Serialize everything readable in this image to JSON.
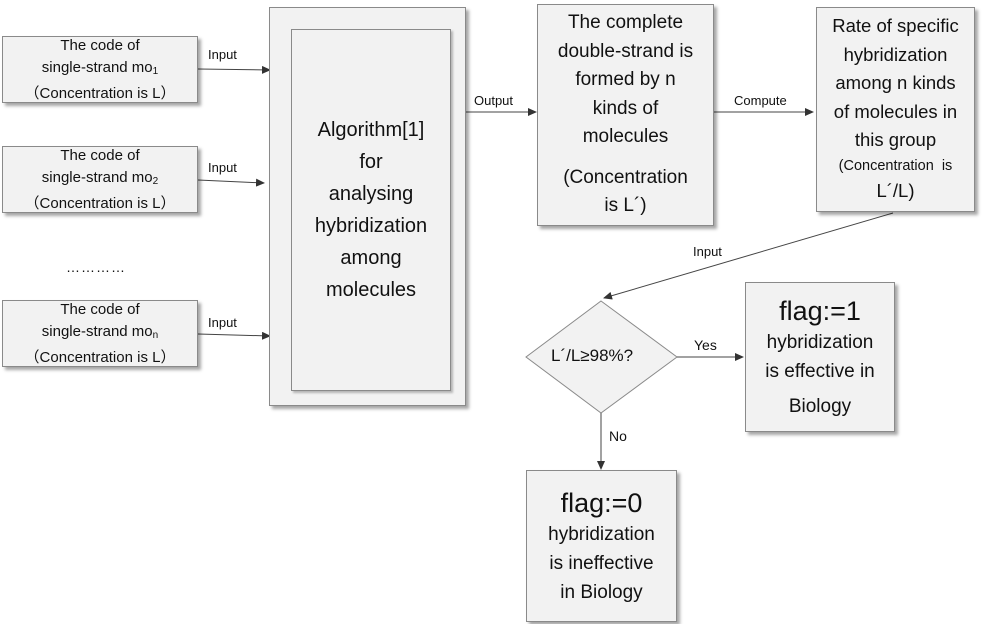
{
  "inputs": [
    {
      "line1": "The code of",
      "line2_prefix": "single-strand mo",
      "sub": "1",
      "line3": "（Concentration is L）",
      "edge_label": "Input"
    },
    {
      "line1": "The code of",
      "line2_prefix": "single-strand mo",
      "sub": "2",
      "line3": "（Concentration is L）",
      "edge_label": "Input"
    },
    {
      "line1": "The code of",
      "line2_prefix": "single-strand mo",
      "sub": "n",
      "line3": "（Concentration is L）",
      "edge_label": "Input"
    }
  ],
  "ellipsis": "…………",
  "algorithm": {
    "lines": [
      "Algorithm[1]",
      "for",
      "analysing",
      "hybridization",
      "among",
      "molecules"
    ]
  },
  "output_label": "Output",
  "double_strand": {
    "lines": [
      "The complete",
      "double-strand is",
      "formed by n",
      "kinds of",
      "molecules"
    ],
    "concentration_lines": [
      "(Concentration",
      "is L´)"
    ]
  },
  "compute_label": "Compute",
  "rate": {
    "lines": [
      "Rate of specific",
      "hybridization",
      "among n kinds",
      "of molecules in",
      "this group"
    ],
    "concentration_line": "(Concentration  is",
    "ratio_line": "L´/L)"
  },
  "feedback_label": "Input",
  "decision": {
    "text": "L´/L≥98%?",
    "yes_label": "Yes",
    "no_label": "No"
  },
  "flag_yes": {
    "title": "flag:=1",
    "lines": [
      "hybridization",
      "is effective in",
      "Biology"
    ]
  },
  "flag_no": {
    "title": "flag:=0",
    "lines": [
      "hybridization",
      "is ineffective",
      "in Biology"
    ]
  }
}
